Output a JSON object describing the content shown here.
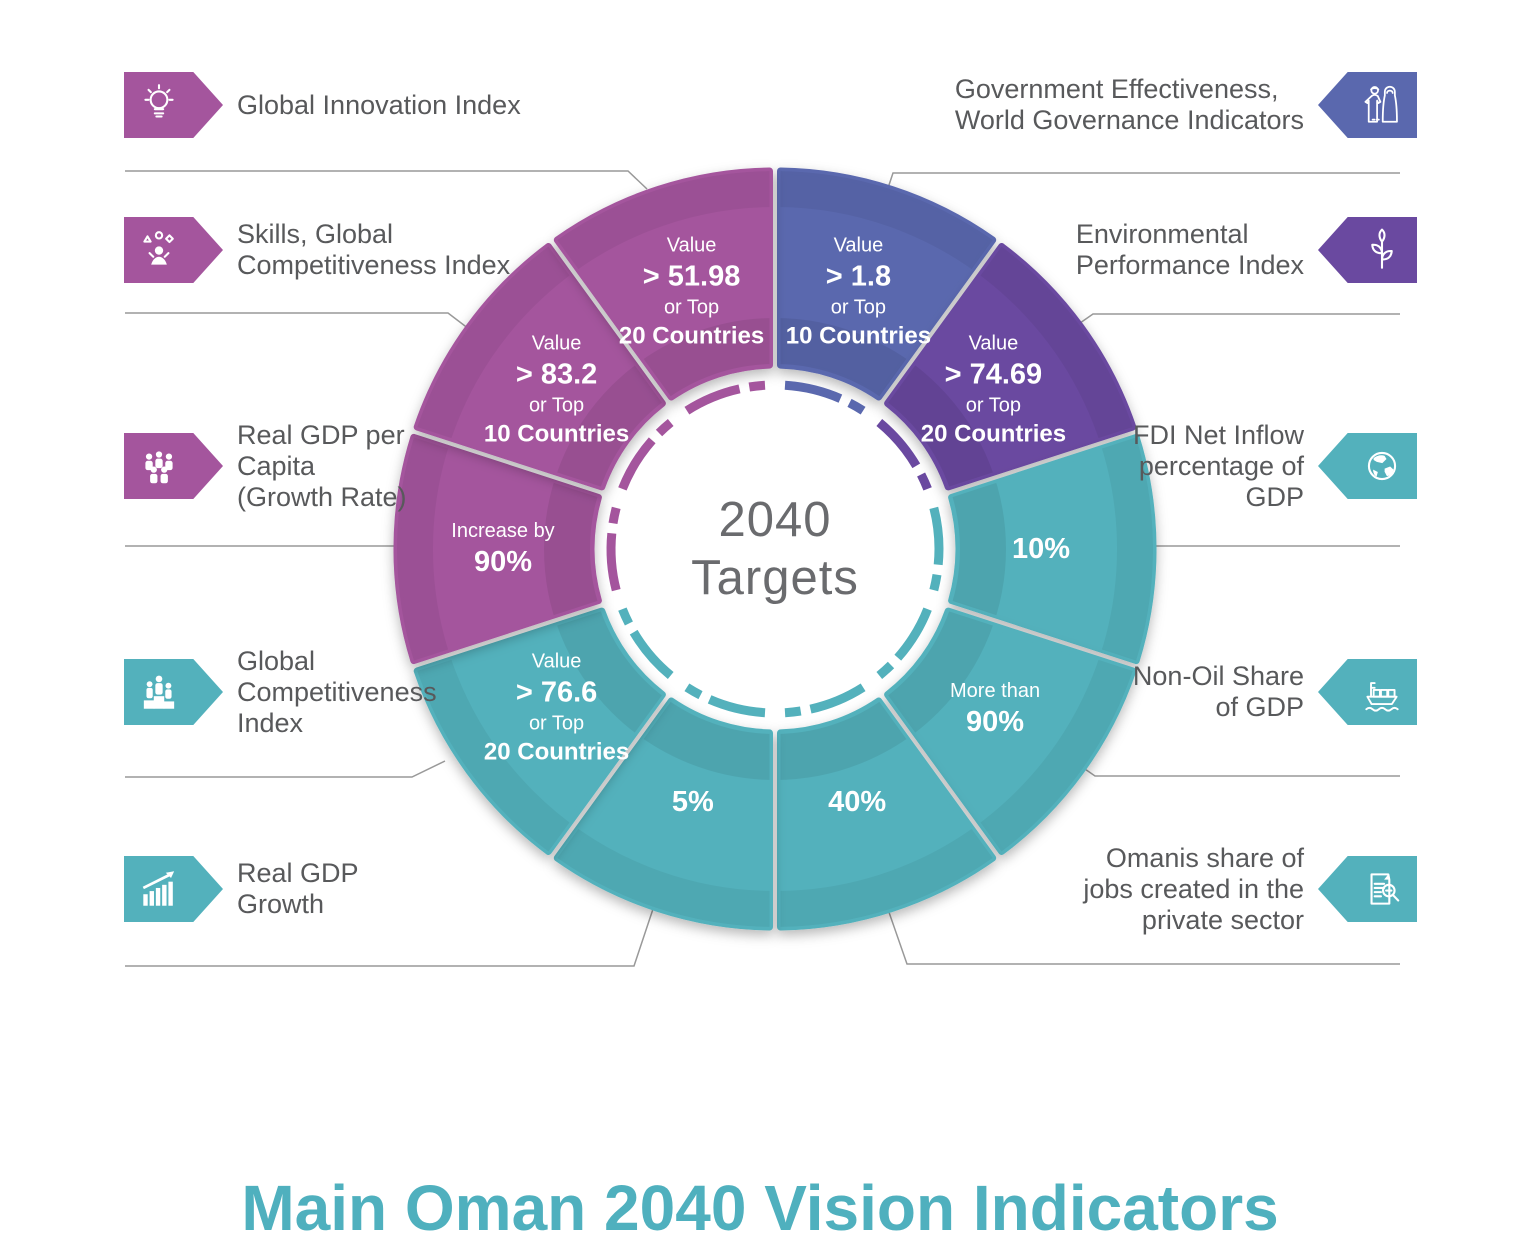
{
  "page_title": "Main Oman 2040 Vision Indicators",
  "center_label": "2040\nTargets",
  "colors": {
    "magenta": "#A4559D",
    "blue": "#5A68AE",
    "purple": "#6A49A0",
    "teal": "#53B1BC",
    "title_teal": "#4FB0BE",
    "label_gray": "#58595B",
    "center_gray": "#6A6B6E",
    "connector_gray": "#999999"
  },
  "indicators": {
    "left": [
      {
        "label": "Global Innovation Index",
        "icon": "lightbulb-icon",
        "color": "#A4559D"
      },
      {
        "label": "Skills, Global\nCompetitiveness Index",
        "icon": "skills-icon",
        "color": "#A4559D"
      },
      {
        "label": "Real GDP per\nCapita\n(Growth Rate)",
        "icon": "population-icon",
        "color": "#A4559D"
      },
      {
        "label": "Global\nCompetitiveness\nIndex",
        "icon": "podium-people-icon",
        "color": "#53B1BC"
      },
      {
        "label": "Real GDP\nGrowth",
        "icon": "growth-chart-icon",
        "color": "#53B1BC"
      }
    ],
    "right": [
      {
        "label": "Government Effectiveness,\nWorld Governance Indicators",
        "icon": "omani-couple-icon",
        "color": "#5A68AE"
      },
      {
        "label": "Environmental\nPerformance Index",
        "icon": "plant-icon",
        "color": "#6A49A0"
      },
      {
        "label": "FDI Net Inflow\npercentage of\nGDP",
        "icon": "globe-icon",
        "color": "#53B1BC"
      },
      {
        "label": "Non-Oil Share\nof GDP",
        "icon": "cargo-ship-icon",
        "color": "#53B1BC"
      },
      {
        "label": "Omanis share of\njobs created in the\nprivate sector",
        "icon": "document-search-icon",
        "color": "#53B1BC"
      }
    ]
  },
  "chart_data": {
    "type": "pie",
    "subtype": "donut",
    "title": "2040 Targets",
    "start_angle_deg": 0,
    "segment_span_deg": 36,
    "segments": [
      {
        "indicator": "Government Effectiveness, World Governance Indicators",
        "target": "Value > 1.8 or Top 10 Countries",
        "color": "#5A68AE",
        "lines": [
          {
            "text": "Value",
            "bold": false
          },
          {
            "text": "> 1.8",
            "bold": true
          },
          {
            "text": "or Top",
            "bold": false
          },
          {
            "text": "10 Countries",
            "bold": true
          }
        ]
      },
      {
        "indicator": "Environmental Performance Index",
        "target": "Value > 74.69 or Top 20 Countries",
        "color": "#6A49A0",
        "lines": [
          {
            "text": "Value",
            "bold": false
          },
          {
            "text": "> 74.69",
            "bold": true
          },
          {
            "text": "or Top",
            "bold": false
          },
          {
            "text": "20 Countries",
            "bold": true
          }
        ]
      },
      {
        "indicator": "FDI Net Inflow percentage of GDP",
        "target": "10%",
        "color": "#53B1BC",
        "lines": [
          {
            "text": "10%",
            "bold": true
          }
        ]
      },
      {
        "indicator": "Non-Oil Share of GDP",
        "target": "More than 90%",
        "color": "#53B1BC",
        "lines": [
          {
            "text": "More than",
            "bold": false
          },
          {
            "text": "90%",
            "bold": true
          }
        ]
      },
      {
        "indicator": "Omanis share of jobs created in the private sector",
        "target": "40%",
        "color": "#53B1BC",
        "lines": [
          {
            "text": "40%",
            "bold": true
          }
        ]
      },
      {
        "indicator": "Real GDP Growth",
        "target": "5%",
        "color": "#53B1BC",
        "lines": [
          {
            "text": "5%",
            "bold": true
          }
        ]
      },
      {
        "indicator": "Global Competitiveness Index",
        "target": "Value > 76.6 or Top 20 Countries",
        "color": "#53B1BC",
        "lines": [
          {
            "text": "Value",
            "bold": false
          },
          {
            "text": "> 76.6",
            "bold": true
          },
          {
            "text": "or Top",
            "bold": false
          },
          {
            "text": "20 Countries",
            "bold": true
          }
        ]
      },
      {
        "indicator": "Real GDP per Capita (Growth Rate)",
        "target": "Increase by 90%",
        "color": "#A4559D",
        "lines": [
          {
            "text": "Increase by",
            "bold": false
          },
          {
            "text": "90%",
            "bold": true
          }
        ]
      },
      {
        "indicator": "Skills, Global Competitiveness Index",
        "target": "Value > 83.2 or Top 10 Countries",
        "color": "#A4559D",
        "lines": [
          {
            "text": "Value",
            "bold": false
          },
          {
            "text": "> 83.2",
            "bold": true
          },
          {
            "text": "or Top",
            "bold": false
          },
          {
            "text": "10 Countries",
            "bold": true
          }
        ]
      },
      {
        "indicator": "Global Innovation Index",
        "target": "Value > 51.98 or Top 20 Countries",
        "color": "#A4559D",
        "lines": [
          {
            "text": "Value",
            "bold": false
          },
          {
            "text": "> 51.98",
            "bold": true
          },
          {
            "text": "or Top",
            "bold": false
          },
          {
            "text": "20 Countries",
            "bold": true
          }
        ]
      }
    ]
  }
}
